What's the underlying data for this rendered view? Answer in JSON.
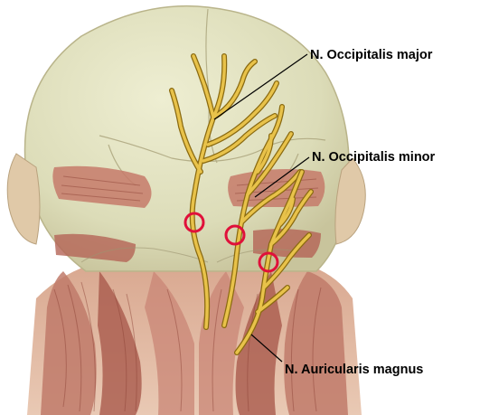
{
  "labels": {
    "major": "N. Occipitalis major",
    "minor": "N. Occipitalis minor",
    "auricularis": "N. Auricularis magnus"
  },
  "colors": {
    "skull": "#dcdcb8",
    "skin": "#e6cfb6",
    "muscle": "#b86a5c",
    "nerve": "#e8c24a",
    "nerve_outline": "#8a6a10",
    "marker": "#e0103a",
    "leader": "#000000"
  }
}
